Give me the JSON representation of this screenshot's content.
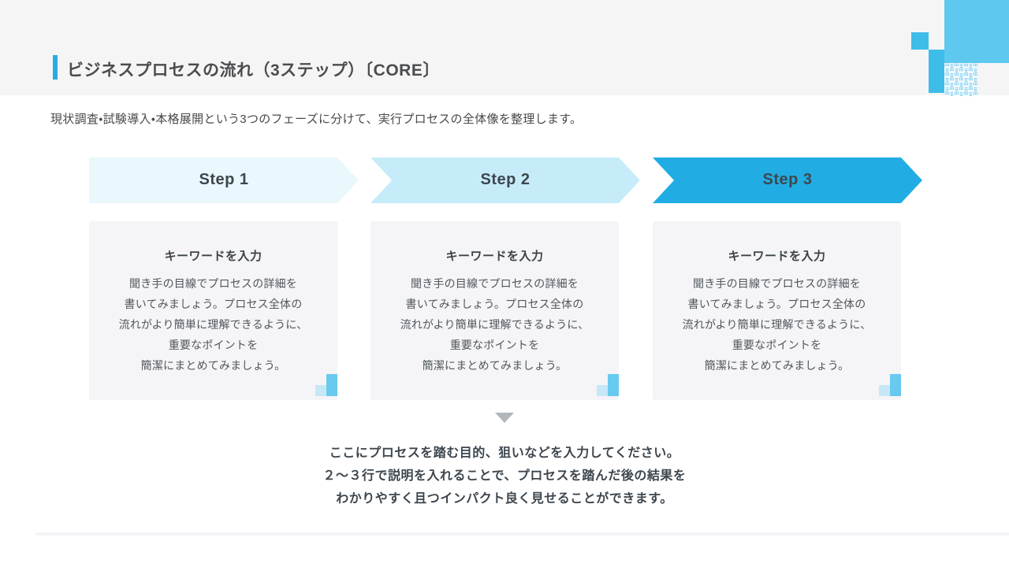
{
  "page": {
    "title": "ビジネスプロセスの流れ（3ステップ）〔CORE〕",
    "subtitle": "現状調査・試験導入・本格展開という3つのフェーズに分けて、実行プロセスの全体像を整理します。",
    "steps": [
      {
        "label": "Step 1",
        "card_title": "キーワードを入力",
        "card_body": "聞き手の目線でプロセスの詳細を\n書いてみましょう。プロセス全体の\n流れがより簡単に理解できるように、\n重要なポイントを\n簡潔にまとめてみましょう。"
      },
      {
        "label": "Step 2",
        "card_title": "キーワードを入力",
        "card_body": "聞き手の目線でプロセスの詳細を\n書いてみましょう。プロセス全体の\n流れがより簡単に理解できるように、\n重要なポイントを\n簡潔にまとめてみましょう。"
      },
      {
        "label": "Step 3",
        "card_title": "キーワードを入力",
        "card_body": "聞き手の目線でプロセスの詳細を\n書いてみましょう。プロセス全体の\n流れがより簡単に理解できるように、\n重要なポイントを\n簡潔にまとめてみましょう。"
      }
    ],
    "footnote": "ここにプロセスを踏む目的、狙いなどを入力してください。\n２～３行で説明を入れることで、プロセスを踏んだ後の結果を\nわかりやすく且つインパクト良く見せることができます。",
    "colors": {
      "accent": "#29abe2",
      "header_band": "#f5f5f6",
      "step1_fill": "#eaf7fc",
      "step2_fill": "#c7ecf9",
      "step3_fill": "#21ade4",
      "card_fill": "#f5f4f6",
      "deco_blue": "#3fbde9",
      "deco_blue_light": "#5ec8ee",
      "text_dark": "#3d464e"
    }
  }
}
